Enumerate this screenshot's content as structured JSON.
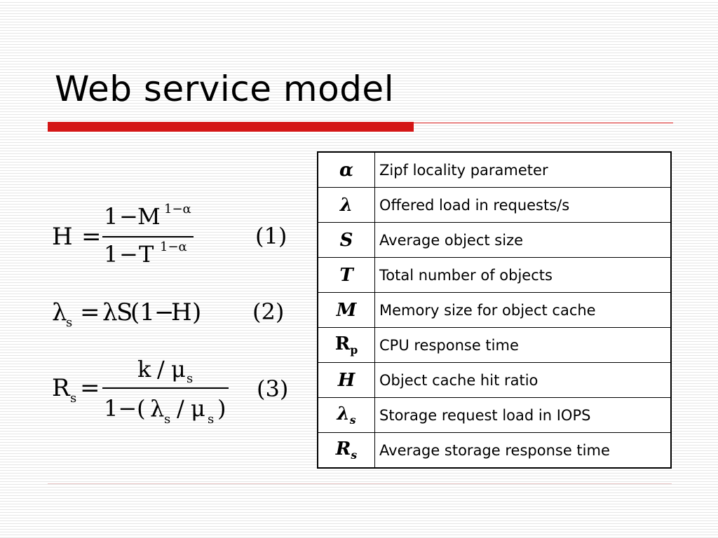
{
  "title": "Web service model",
  "equations": {
    "eq1": {
      "lhs": "H",
      "equals": "=",
      "num_one": "1",
      "num_minus": "−",
      "num_var": "M",
      "num_exp": "1−α",
      "den_one": "1",
      "den_minus": "−",
      "den_var": "T",
      "den_exp": "1−α",
      "number": "(1)"
    },
    "eq2": {
      "lhs_var": "λ",
      "lhs_sub": "s",
      "equals": "=",
      "rhs_lambda": "λ",
      "rhs_S": "S",
      "rhs_open": "(1",
      "rhs_minus": "−",
      "rhs_H": "H",
      "rhs_close": ")",
      "number": "(2)"
    },
    "eq3": {
      "lhs_var": "R",
      "lhs_sub": "s",
      "equals": "=",
      "num_k": "k",
      "num_slash": "/",
      "num_mu": "μ",
      "num_sub": "s",
      "den_open": "1−(",
      "den_lambda": "λ",
      "den_lambda_sub": "s",
      "den_slash": "/",
      "den_mu": "μ",
      "den_mu_sub": "s",
      "den_close": ")",
      "number": "(3)"
    }
  },
  "variables": [
    {
      "symbol": "α",
      "sub": "",
      "upright": false,
      "description": "Zipf locality parameter"
    },
    {
      "symbol": "λ",
      "sub": "",
      "upright": false,
      "description": "Offered load in requests/s"
    },
    {
      "symbol": "S",
      "sub": "",
      "upright": false,
      "description": "Average object size"
    },
    {
      "symbol": "T",
      "sub": "",
      "upright": false,
      "description": "Total number of objects"
    },
    {
      "symbol": "M",
      "sub": "",
      "upright": false,
      "description": "Memory size for object cache"
    },
    {
      "symbol": "R",
      "sub": "p",
      "upright": true,
      "description": "CPU response time"
    },
    {
      "symbol": "H",
      "sub": "",
      "upright": false,
      "description": "Object cache hit ratio"
    },
    {
      "symbol": "λ",
      "sub": "s",
      "upright": false,
      "description": "Storage request load in IOPS"
    },
    {
      "symbol": "R",
      "sub": "s",
      "upright": false,
      "description": "Average storage response time"
    }
  ],
  "colors": {
    "accent": "#d41616"
  }
}
